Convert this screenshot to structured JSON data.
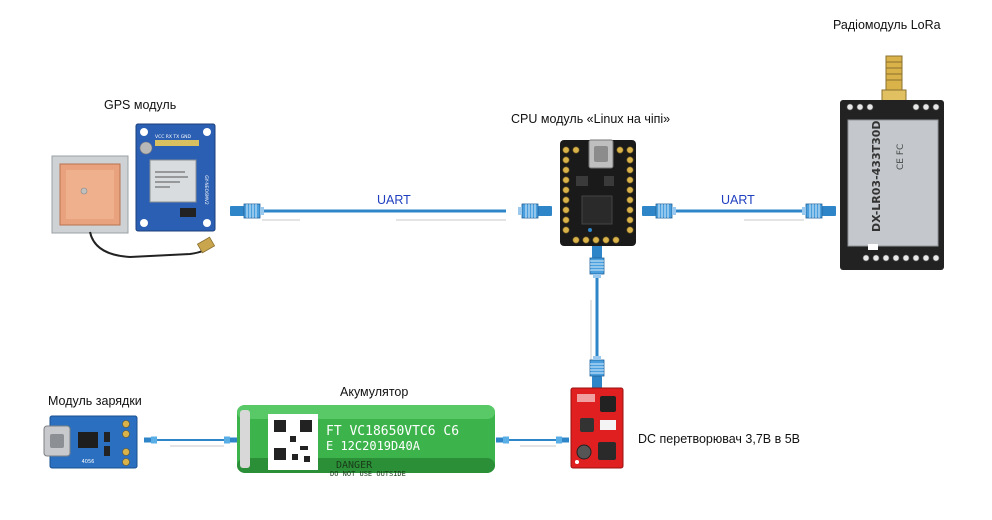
{
  "labels": {
    "gps": "GPS модуль",
    "cpu": "CPU модуль «Linux на чіпі»",
    "lora": "Радіомодуль LoRa",
    "charger": "Модуль зарядки",
    "battery": "Акумулятор",
    "dc": "DC перетворювач 3,7В в 5В"
  },
  "links": {
    "gps_cpu": "UART",
    "cpu_lora": "UART"
  },
  "markings": {
    "battery_line1": "FT VC18650VTC6 C6",
    "battery_line2": "E 12C2019D40A",
    "battery_line3": "DANGER",
    "battery_line4": "DO NOT USE OUTSIDE",
    "lora_model": "DX-LR03-433T30D",
    "gps_pins": "VCC RX TX GND",
    "gps_board": "GY-NEO6MV2",
    "charger_chip": "4056"
  },
  "colors": {
    "cable": "#2e86c8",
    "gps_board": "#2b5fb3",
    "cpu_board": "#1a1a1a",
    "lora_body": "#222222",
    "battery": "#3cb44b",
    "dc_board": "#e02020",
    "charger_board": "#2a6fc0",
    "link_label": "#1f3fbf"
  }
}
